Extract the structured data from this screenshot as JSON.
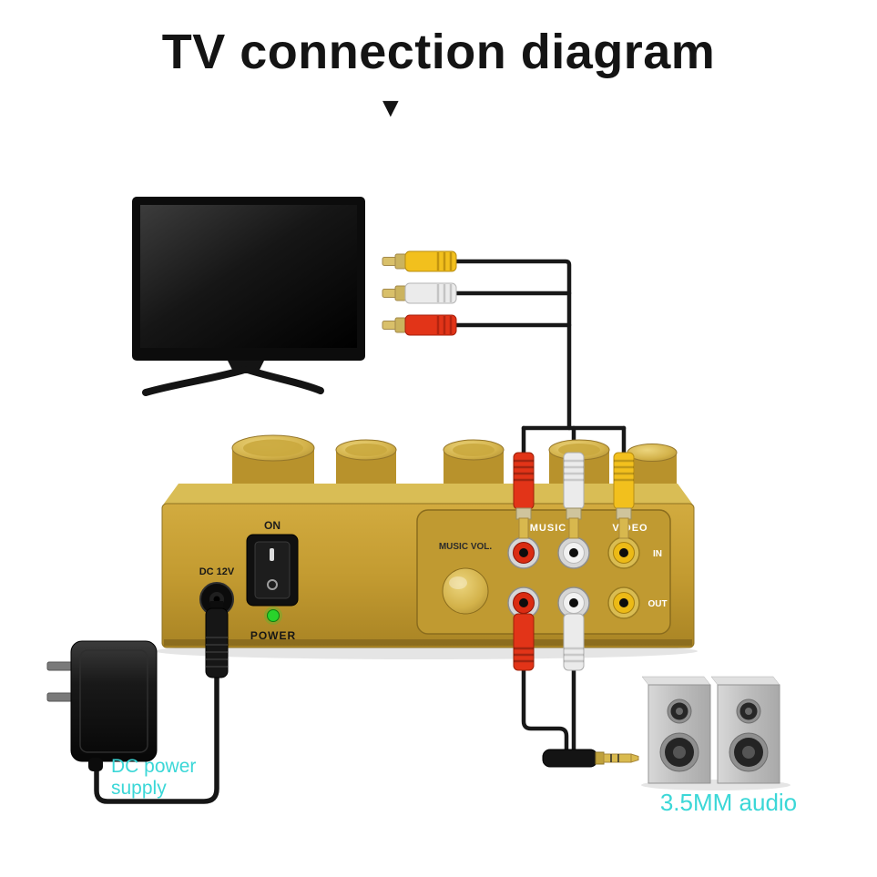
{
  "title": "TV connection diagram",
  "pointer_icon": "▼",
  "colors": {
    "annotation_cyan": "#3bd7d7",
    "device_gold": "#c39b31",
    "rca_red": "#e23418",
    "rca_white": "#ebebeb",
    "rca_yellow": "#f2c01d",
    "led_green": "#29d32b",
    "cable_black": "#181818"
  },
  "device": {
    "on_label": "ON",
    "power_label": "POWER",
    "dc_label": "DC 12V",
    "music_vol_label": "MUSIC VOL.",
    "music_label": "MUSIC",
    "video_label": "VIDEO",
    "in_label": "IN",
    "out_label": "OUT"
  },
  "annotations": {
    "dc_power_supply_line1": "DC power",
    "dc_power_supply_line2": "supply",
    "audio_plug_label": "3.5MM audio"
  }
}
